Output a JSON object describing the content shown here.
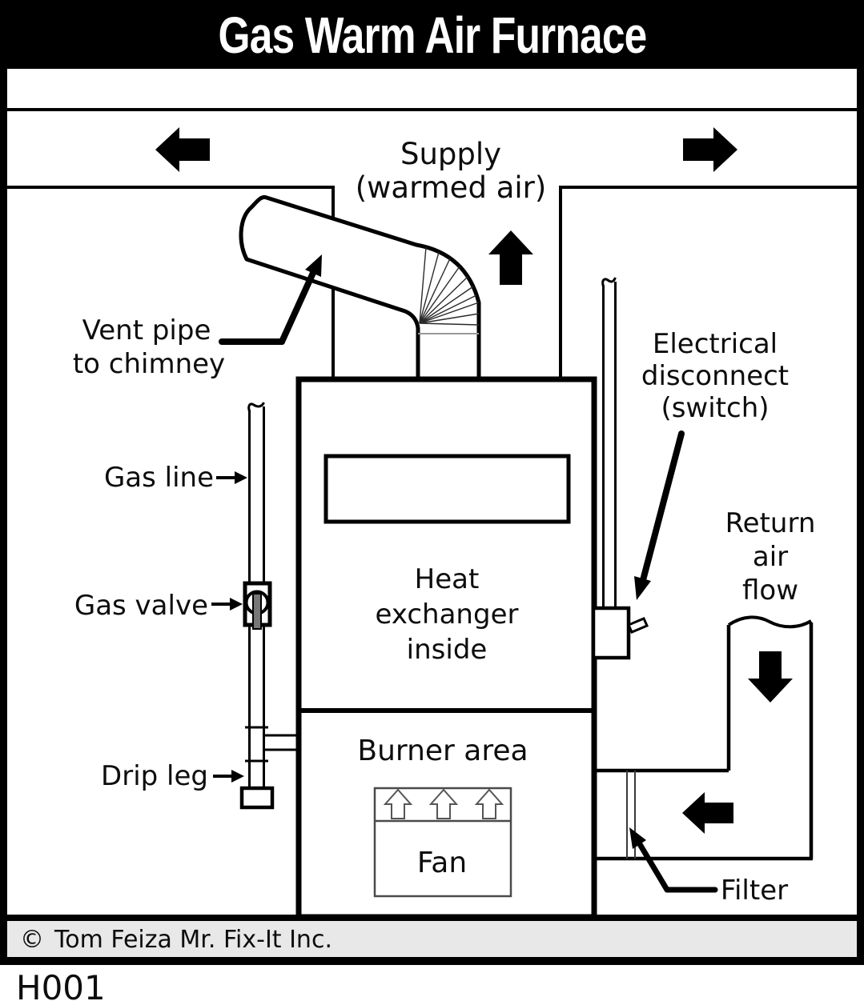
{
  "title": "Gas Warm Air Furnace",
  "diagram": {
    "supply": {
      "line1": "Supply",
      "line2": "(warmed air)"
    },
    "vent_pipe": {
      "line1": "Vent pipe",
      "line2": "to chimney"
    },
    "gas_line": "Gas line",
    "gas_valve": "Gas valve",
    "drip_leg": "Drip leg",
    "electrical_disconnect": {
      "line1": "Electrical",
      "line2": "disconnect",
      "line3": "(switch)"
    },
    "return_air": {
      "line1": "Return",
      "line2": "air",
      "line3": "flow"
    },
    "heat_exchanger": {
      "line1": "Heat",
      "line2": "exchanger",
      "line3": "inside"
    },
    "burner_area": "Burner area",
    "fan": "Fan",
    "filter": "Filter"
  },
  "footer": {
    "copyright_symbol": "©",
    "copyright": "Tom Feiza Mr. Fix-It Inc.",
    "diagram_id": "H001"
  },
  "colors": {
    "ink": "#000000",
    "paper": "#ffffff",
    "credit_band": "#e8e8e8",
    "valve_handle": "#777777",
    "fan_box_line": "#4a4a4a",
    "joint_line": "#999999"
  }
}
